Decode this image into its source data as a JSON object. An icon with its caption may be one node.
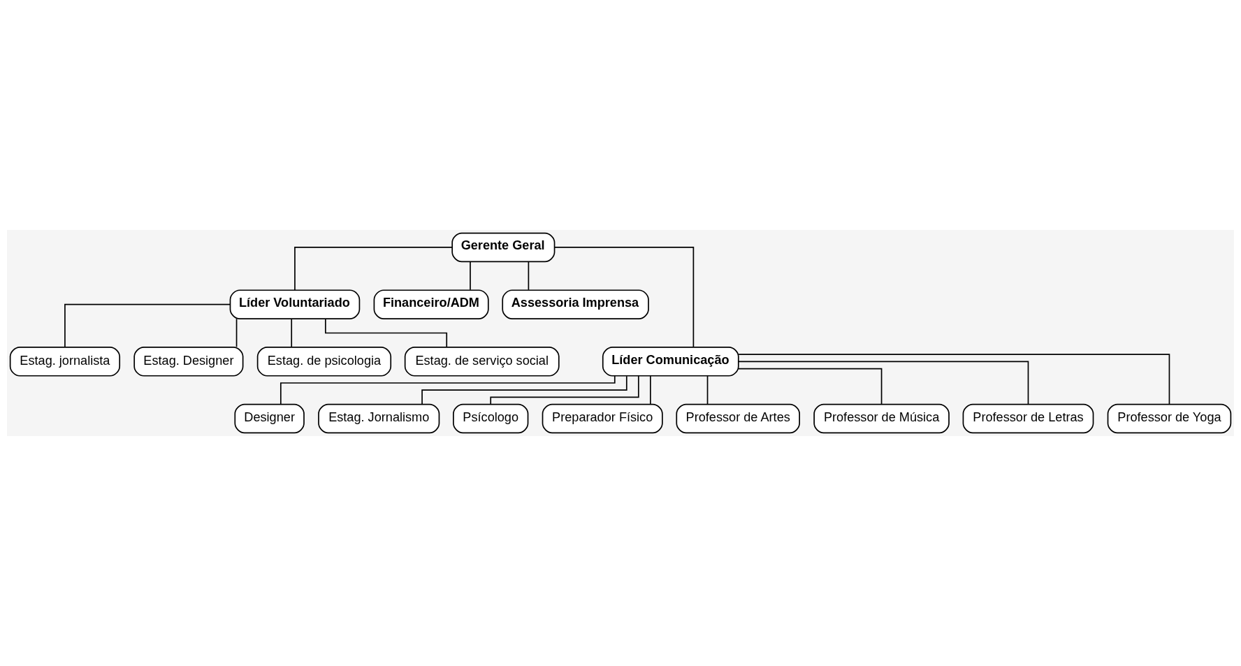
{
  "diagram": {
    "nodes": [
      {
        "text": [
          "Gerente Geral"
        ]
      },
      {
        "text": [
          "Líder Voluntariado"
        ]
      },
      {
        "text": [
          "Financeiro/ADM"
        ]
      },
      {
        "text": [
          "Assessoria Imprensa"
        ]
      },
      {
        "text": [
          "Estag. jornalista"
        ]
      },
      {
        "text": [
          "Estag. Designer"
        ]
      },
      {
        "text": [
          "Estag. de psicologia"
        ]
      },
      {
        "text": [
          "Estag. de serviço social"
        ]
      },
      {
        "text": [
          "Líder Comunicação"
        ]
      },
      {
        "text": [
          "Designer"
        ]
      },
      {
        "text": [
          "Estag. Jornalismo"
        ]
      },
      {
        "text": [
          "Psícologo"
        ]
      },
      {
        "text": [
          "Preparador Físico"
        ]
      },
      {
        "text": [
          "Professor de Artes"
        ]
      },
      {
        "text": [
          "Professor de Música"
        ]
      },
      {
        "text": [
          "Professor de Letras"
        ]
      },
      {
        "text": [
          "Professor de Yoga"
        ]
      }
    ],
    "edges": [
      {
        "from": 0,
        "to": 1,
        "arrow": "none"
      },
      {
        "from": 0,
        "to": 8,
        "arrow": "none"
      },
      {
        "from": 0,
        "to": 2,
        "arrow": "none"
      },
      {
        "from": 0,
        "to": 3,
        "arrow": "none"
      },
      {
        "from": 1,
        "to": 4,
        "arrow": "none"
      },
      {
        "from": 1,
        "to": 5,
        "arrow": "none"
      },
      {
        "from": 1,
        "to": 6,
        "arrow": "none"
      },
      {
        "from": 1,
        "to": 7,
        "arrow": "none"
      },
      {
        "from": 8,
        "to": 9,
        "arrow": "none"
      },
      {
        "from": 8,
        "to": 10,
        "arrow": "none"
      },
      {
        "from": 8,
        "to": 11,
        "arrow": "none"
      },
      {
        "from": 8,
        "to": 12,
        "arrow": "none"
      },
      {
        "from": 8,
        "to": 13,
        "arrow": "none"
      },
      {
        "from": 8,
        "to": 14,
        "arrow": "none"
      },
      {
        "from": 8,
        "to": 15,
        "arrow": "none"
      },
      {
        "from": 8,
        "to": 16,
        "arrow": "none"
      }
    ]
  }
}
